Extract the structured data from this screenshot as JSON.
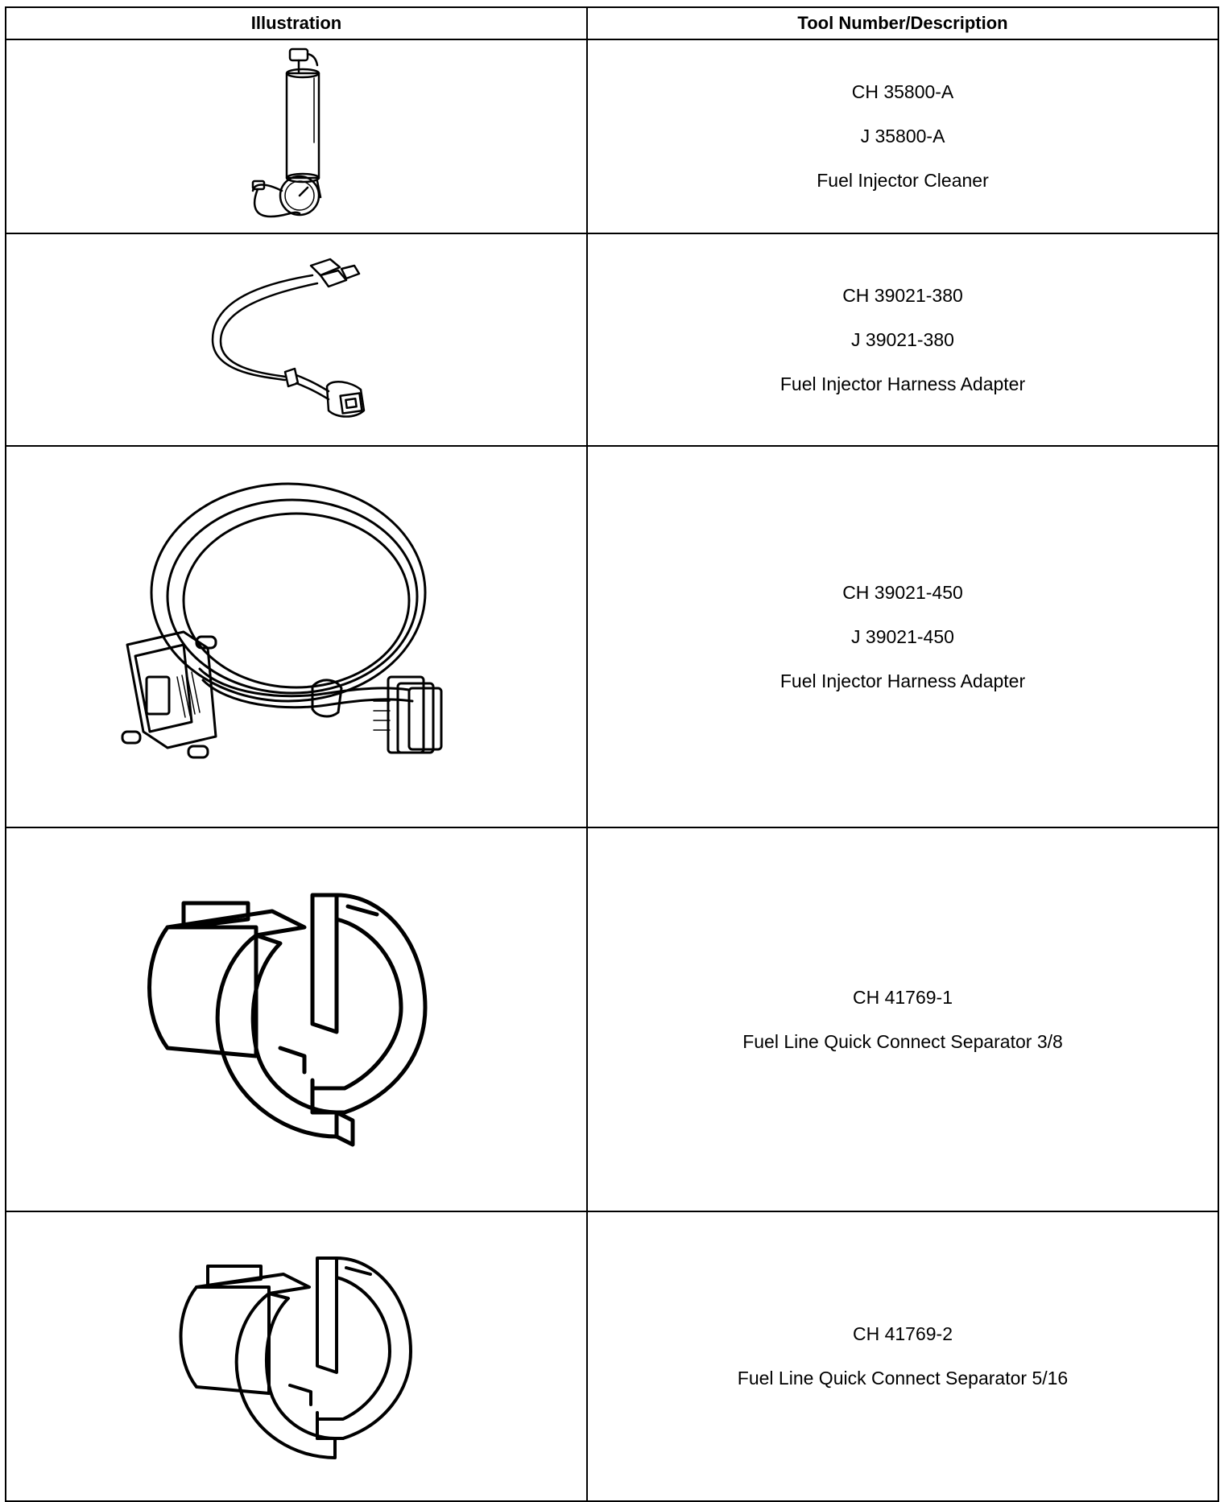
{
  "table": {
    "headers": [
      "Illustration",
      "Tool Number/Description"
    ],
    "rows": [
      {
        "illustration_icon": "fuel-injector-cleaner-icon",
        "lines": [
          "CH 35800-A",
          "J 35800-A",
          "Fuel Injector Cleaner"
        ]
      },
      {
        "illustration_icon": "harness-adapter-short-icon",
        "lines": [
          "CH 39021-380",
          "J 39021-380",
          "Fuel Injector Harness Adapter"
        ]
      },
      {
        "illustration_icon": "harness-adapter-long-icon",
        "lines": [
          "CH 39021-450",
          "J 39021-450",
          "Fuel Injector Harness Adapter"
        ]
      },
      {
        "illustration_icon": "quick-connect-separator-icon",
        "lines": [
          "CH 41769-1",
          "Fuel Line Quick Connect Separator 3/8"
        ]
      },
      {
        "illustration_icon": "quick-connect-separator-small-icon",
        "lines": [
          "CH 41769-2",
          "Fuel Line Quick Connect Separator 5/16"
        ]
      }
    ]
  }
}
